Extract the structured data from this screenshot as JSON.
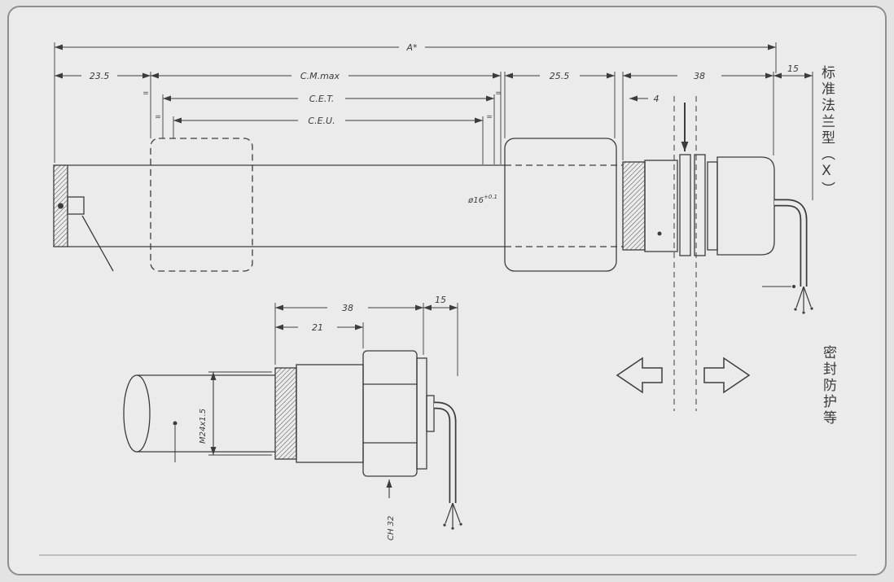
{
  "page": {
    "background": "#e3e3e3",
    "frame_fill": "#ebebeb",
    "frame_border": "#8f8f8f",
    "line_color": "#3c3c3c",
    "divider_color": "#bfbfbf"
  },
  "main_view": {
    "dim_overall": "A*",
    "dim_left": "23.5",
    "dim_cm_max": "C.M.max",
    "dim_cet": "C.E.T.",
    "dim_ceu": "C.E.U.",
    "dim_mid": "25.5",
    "dim_body": "38",
    "dim_cable": "15",
    "dim_gap": "4",
    "equal_mark": "=",
    "diameter": "ø16",
    "diameter_tol": "+0.1"
  },
  "side_view": {
    "dim_body": "38",
    "dim_thread_len": "21",
    "dim_cable": "15",
    "thread_spec": "M24x1.5",
    "wrench_size": "CH 32"
  },
  "annotations": {
    "flange_type": "标准法兰型（X）",
    "sealing": "密封防护等"
  }
}
